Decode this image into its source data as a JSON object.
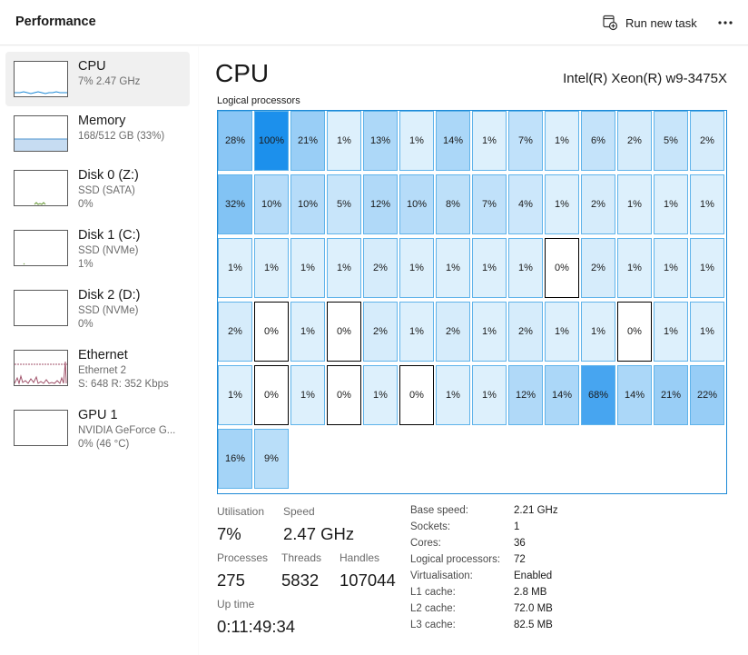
{
  "header": {
    "title": "Performance",
    "run_task_label": "Run new task"
  },
  "sidebar": {
    "items": [
      {
        "name": "CPU",
        "sub1": "7% 2.47 GHz",
        "sub2": "",
        "selected": true
      },
      {
        "name": "Memory",
        "sub1": "168/512 GB (33%)",
        "sub2": "",
        "selected": false
      },
      {
        "name": "Disk 0 (Z:)",
        "sub1": "SSD (SATA)",
        "sub2": "0%",
        "selected": false
      },
      {
        "name": "Disk 1 (C:)",
        "sub1": "SSD (NVMe)",
        "sub2": "1%",
        "selected": false
      },
      {
        "name": "Disk 2 (D:)",
        "sub1": "SSD (NVMe)",
        "sub2": "0%",
        "selected": false
      },
      {
        "name": "Ethernet",
        "sub1": "Ethernet 2",
        "sub2": "S: 648  R: 352 Kbps",
        "selected": false
      },
      {
        "name": "GPU 1",
        "sub1": "NVIDIA GeForce G...",
        "sub2": "0% (46 °C)",
        "selected": false
      }
    ]
  },
  "main": {
    "title": "CPU",
    "model": "Intel(R) Xeon(R) w9-3475X",
    "grid_label": "Logical processors",
    "processors": [
      "28%",
      "100%",
      "21%",
      "1%",
      "13%",
      "1%",
      "14%",
      "1%",
      "7%",
      "1%",
      "6%",
      "2%",
      "5%",
      "2%",
      "32%",
      "10%",
      "10%",
      "5%",
      "12%",
      "10%",
      "8%",
      "7%",
      "4%",
      "1%",
      "2%",
      "1%",
      "1%",
      "1%",
      "1%",
      "1%",
      "1%",
      "1%",
      "2%",
      "1%",
      "1%",
      "1%",
      "1%",
      "0%",
      "2%",
      "1%",
      "1%",
      "1%",
      "2%",
      "0%",
      "1%",
      "0%",
      "2%",
      "1%",
      "2%",
      "1%",
      "2%",
      "1%",
      "1%",
      "0%",
      "1%",
      "1%",
      "1%",
      "0%",
      "1%",
      "0%",
      "1%",
      "0%",
      "1%",
      "1%",
      "12%",
      "14%",
      "68%",
      "14%",
      "21%",
      "22%",
      "16%",
      "9%"
    ]
  },
  "stats": {
    "utilisation_label": "Utilisation",
    "utilisation": "7%",
    "speed_label": "Speed",
    "speed": "2.47 GHz",
    "processes_label": "Processes",
    "processes": "275",
    "threads_label": "Threads",
    "threads": "5832",
    "handles_label": "Handles",
    "handles": "107044",
    "uptime_label": "Up time",
    "uptime": "0:11:49:34",
    "details": [
      {
        "key": "Base speed:",
        "value": "2.21 GHz"
      },
      {
        "key": "Sockets:",
        "value": "1"
      },
      {
        "key": "Cores:",
        "value": "36"
      },
      {
        "key": "Logical processors:",
        "value": "72"
      },
      {
        "key": "Virtualisation:",
        "value": "Enabled"
      },
      {
        "key": "L1 cache:",
        "value": "2.8 MB"
      },
      {
        "key": "L2 cache:",
        "value": "72.0 MB"
      },
      {
        "key": "L3 cache:",
        "value": "82.5 MB"
      }
    ]
  },
  "colors": {
    "accent": "#1c89d6",
    "cell_border": "#5fb3ea",
    "memory_fill": "#c6dcf2",
    "ethernet_line": "#a0526a"
  }
}
